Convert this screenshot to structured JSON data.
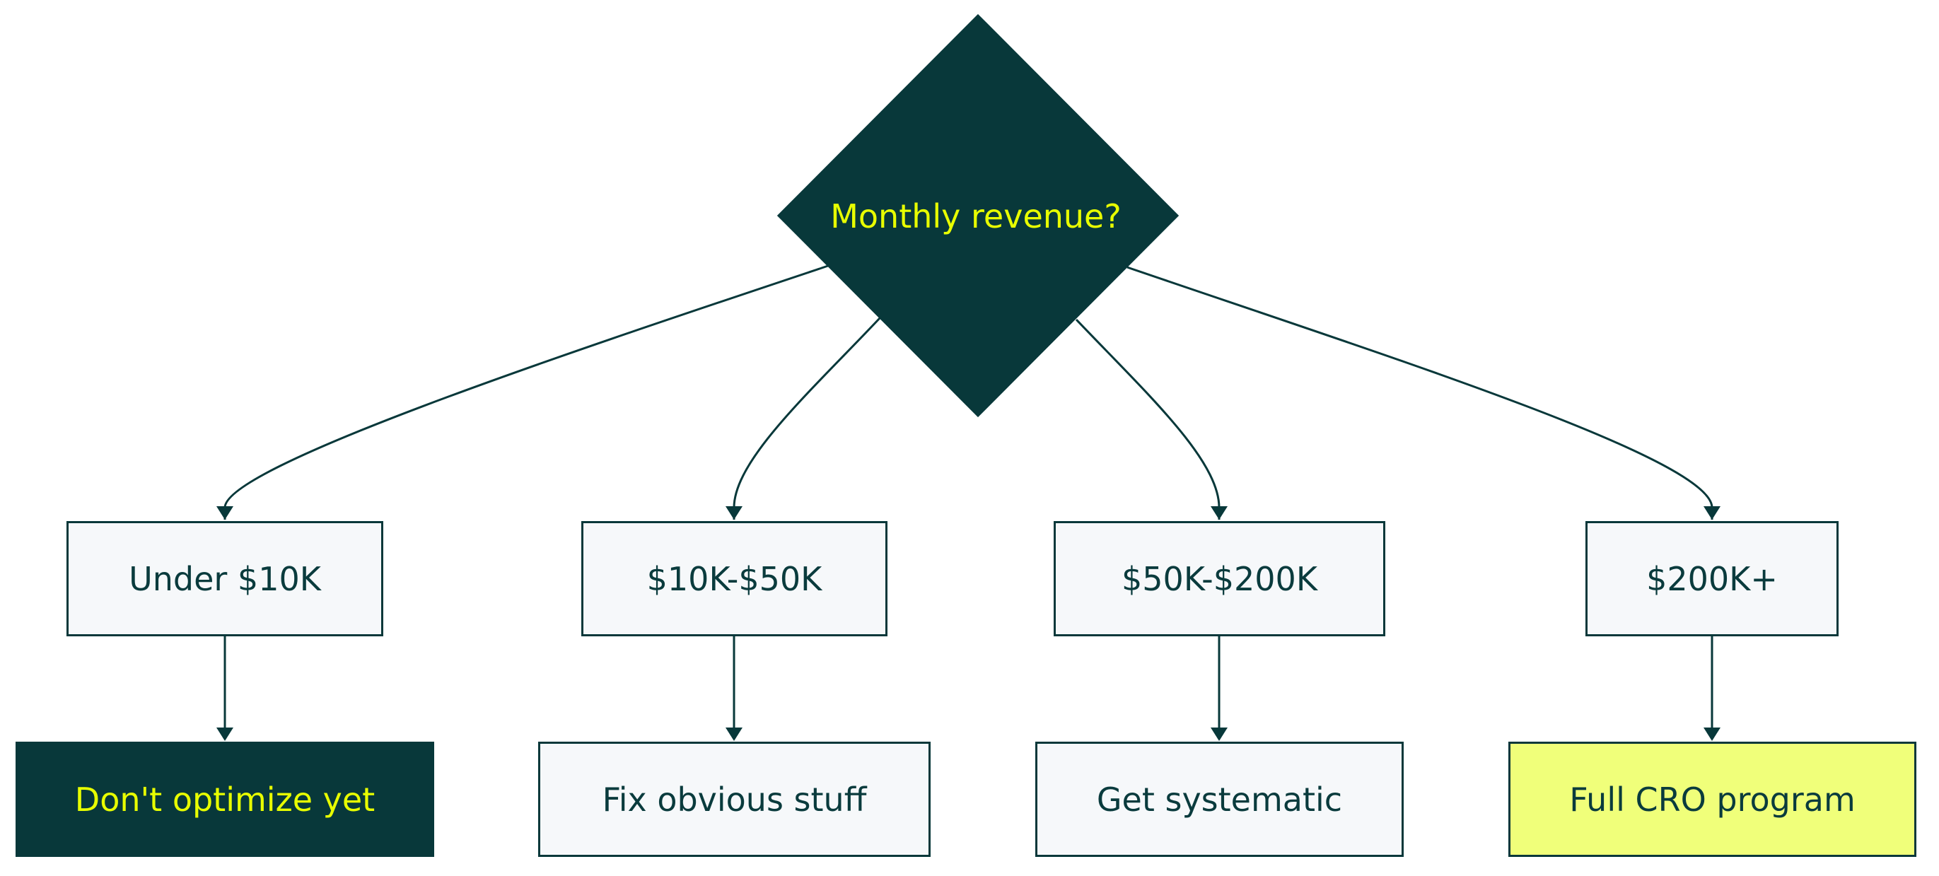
{
  "decision": {
    "label": "Monthly revenue?"
  },
  "ranges": [
    {
      "label": "Under $10K"
    },
    {
      "label": "$10K-$50K"
    },
    {
      "label": "$50K-$200K"
    },
    {
      "label": "$200K+"
    }
  ],
  "outcomes": [
    {
      "label": "Don't optimize yet"
    },
    {
      "label": "Fix obvious stuff"
    },
    {
      "label": "Get systematic"
    },
    {
      "label": "Full CRO program"
    }
  ],
  "colors": {
    "dark": "#08383a",
    "accent_yellow_text": "#e8ff00",
    "light_fill": "#f6f8fa",
    "highlight_fill": "#f0ff7a"
  }
}
